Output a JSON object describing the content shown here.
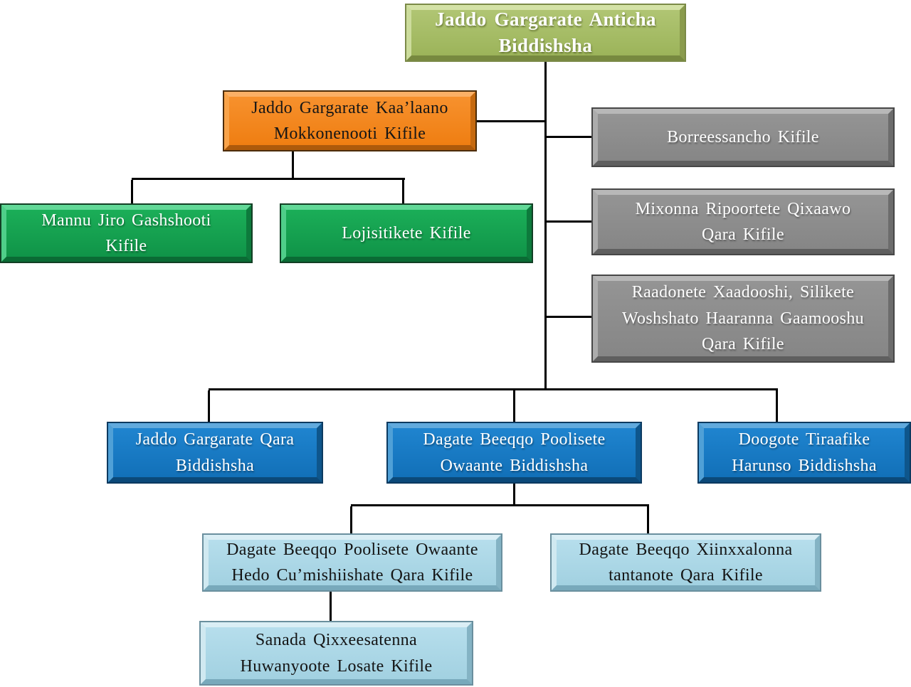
{
  "diagram": {
    "type": "org-chart",
    "background_color": "#ffffff",
    "connector_color": "#000000",
    "theme_colors": {
      "olive": {
        "fill": "#a3bc63",
        "text": "#ffffff"
      },
      "orange": {
        "fill": "#f38420",
        "text": "#161616"
      },
      "green": {
        "fill": "#14a351",
        "text": "#ffffff"
      },
      "gray": {
        "fill": "#8b8b8b",
        "text": "#ffffff"
      },
      "blue": {
        "fill": "#187ac6",
        "text": "#ffffff"
      },
      "lightblue": {
        "fill": "#a9d7e6",
        "text": "#141414"
      }
    },
    "nodes": {
      "anticha": {
        "label": "Jaddo Gargarate Anticha\nBiddishsha",
        "theme": "olive",
        "parent": null
      },
      "kaalaano": {
        "label": "Jaddo Gargarate Kaa’laano\nMokkonenooti Kifile",
        "theme": "orange",
        "parent": "anticha"
      },
      "mannu_jiro": {
        "label": "Mannu Jiro Gashshooti\nKifile",
        "theme": "green",
        "parent": "kaalaano"
      },
      "lojisitikete": {
        "label": "Lojisitikete Kifile",
        "theme": "green",
        "parent": "kaalaano"
      },
      "borreessancho": {
        "label": "Borreessancho Kifile",
        "theme": "gray",
        "parent": "anticha"
      },
      "mixonna": {
        "label": "Mixonna Ripoortete Qixaawo\nQara Kifile",
        "theme": "gray",
        "parent": "anticha"
      },
      "raadonete": {
        "label": "Raadonete Xaadooshi, Silikete\nWoshshato Haaranna Gaamooshu\nQara Kifile",
        "theme": "gray",
        "parent": "anticha"
      },
      "qara_biddishsha": {
        "label": "Jaddo Gargarate Qara\nBiddishsha",
        "theme": "blue",
        "parent": "anticha"
      },
      "dagate_owaante": {
        "label": "Dagate Beeqqo Poolisete\nOwaante Biddishsha",
        "theme": "blue",
        "parent": "anticha"
      },
      "doogote": {
        "label": "Doogote Tiraafike\nHarunso Biddishsha",
        "theme": "blue",
        "parent": "anticha"
      },
      "dagate_hedo": {
        "label": "Dagate Beeqqo Poolisete Owaante\nHedo Cu’mishiishate Qara Kifile",
        "theme": "lightblue",
        "parent": "dagate_owaante"
      },
      "dagate_xiinxxalonna": {
        "label": "Dagate Beeqqo Xiinxxalonna\ntantanote Qara Kifile",
        "theme": "lightblue",
        "parent": "dagate_owaante"
      },
      "sanada": {
        "label": "Sanada Qixxeesatenna\nHuwanyoote Losate Kifile",
        "theme": "lightblue",
        "parent": "dagate_hedo"
      }
    }
  }
}
